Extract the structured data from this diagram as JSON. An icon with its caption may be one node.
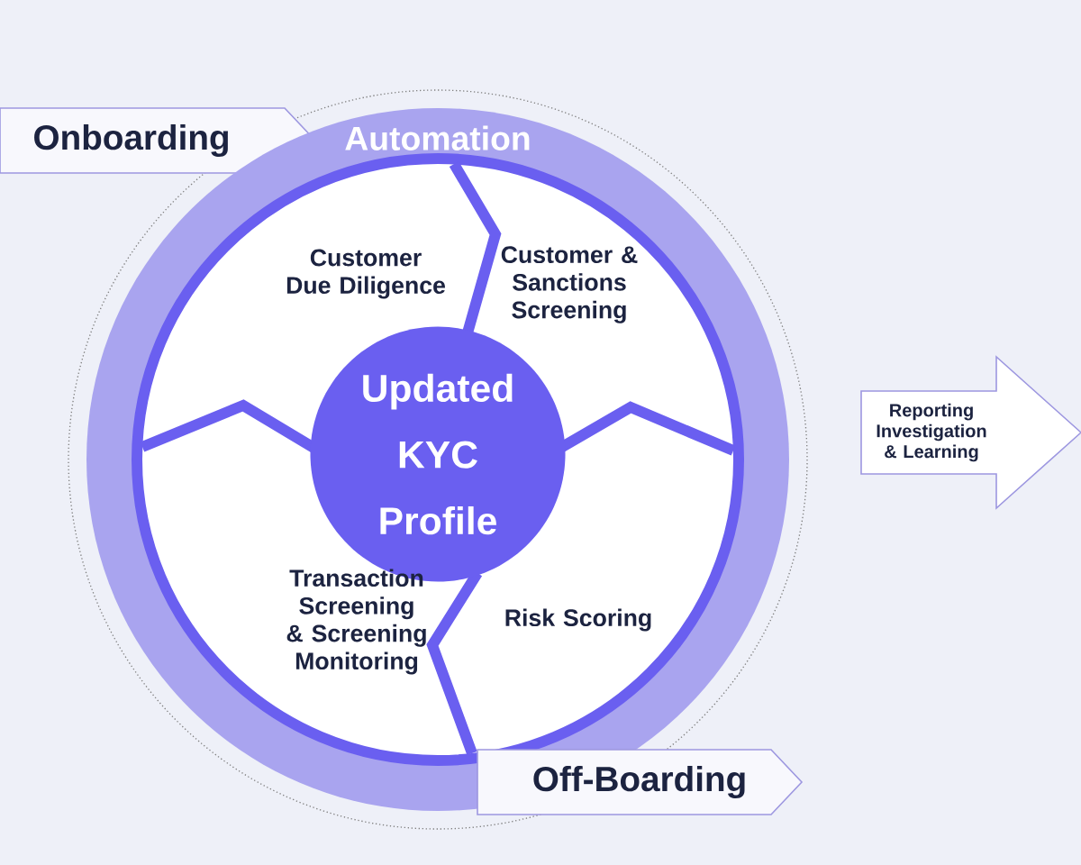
{
  "diagram": {
    "nodes": [
      {
        "text": [
          "Onboarding"
        ]
      },
      {
        "text": [
          "Automation"
        ]
      },
      {
        "text": [
          "Customer Due Diligence"
        ],
        "in": 1
      },
      {
        "text": [
          "Customer & Sanctions Screening"
        ],
        "in": 1
      },
      {
        "text": [
          "Updated KYC Profile"
        ],
        "in": 1
      },
      {
        "text": [
          "Transaction Screening & Screening Monitoring"
        ],
        "in": 1
      },
      {
        "text": [
          "Risk Scoring"
        ],
        "in": 1
      },
      {
        "text": [
          "Off-Boarding"
        ]
      },
      {
        "text": [
          "Reporting Investigation & Learning"
        ]
      }
    ]
  }
}
